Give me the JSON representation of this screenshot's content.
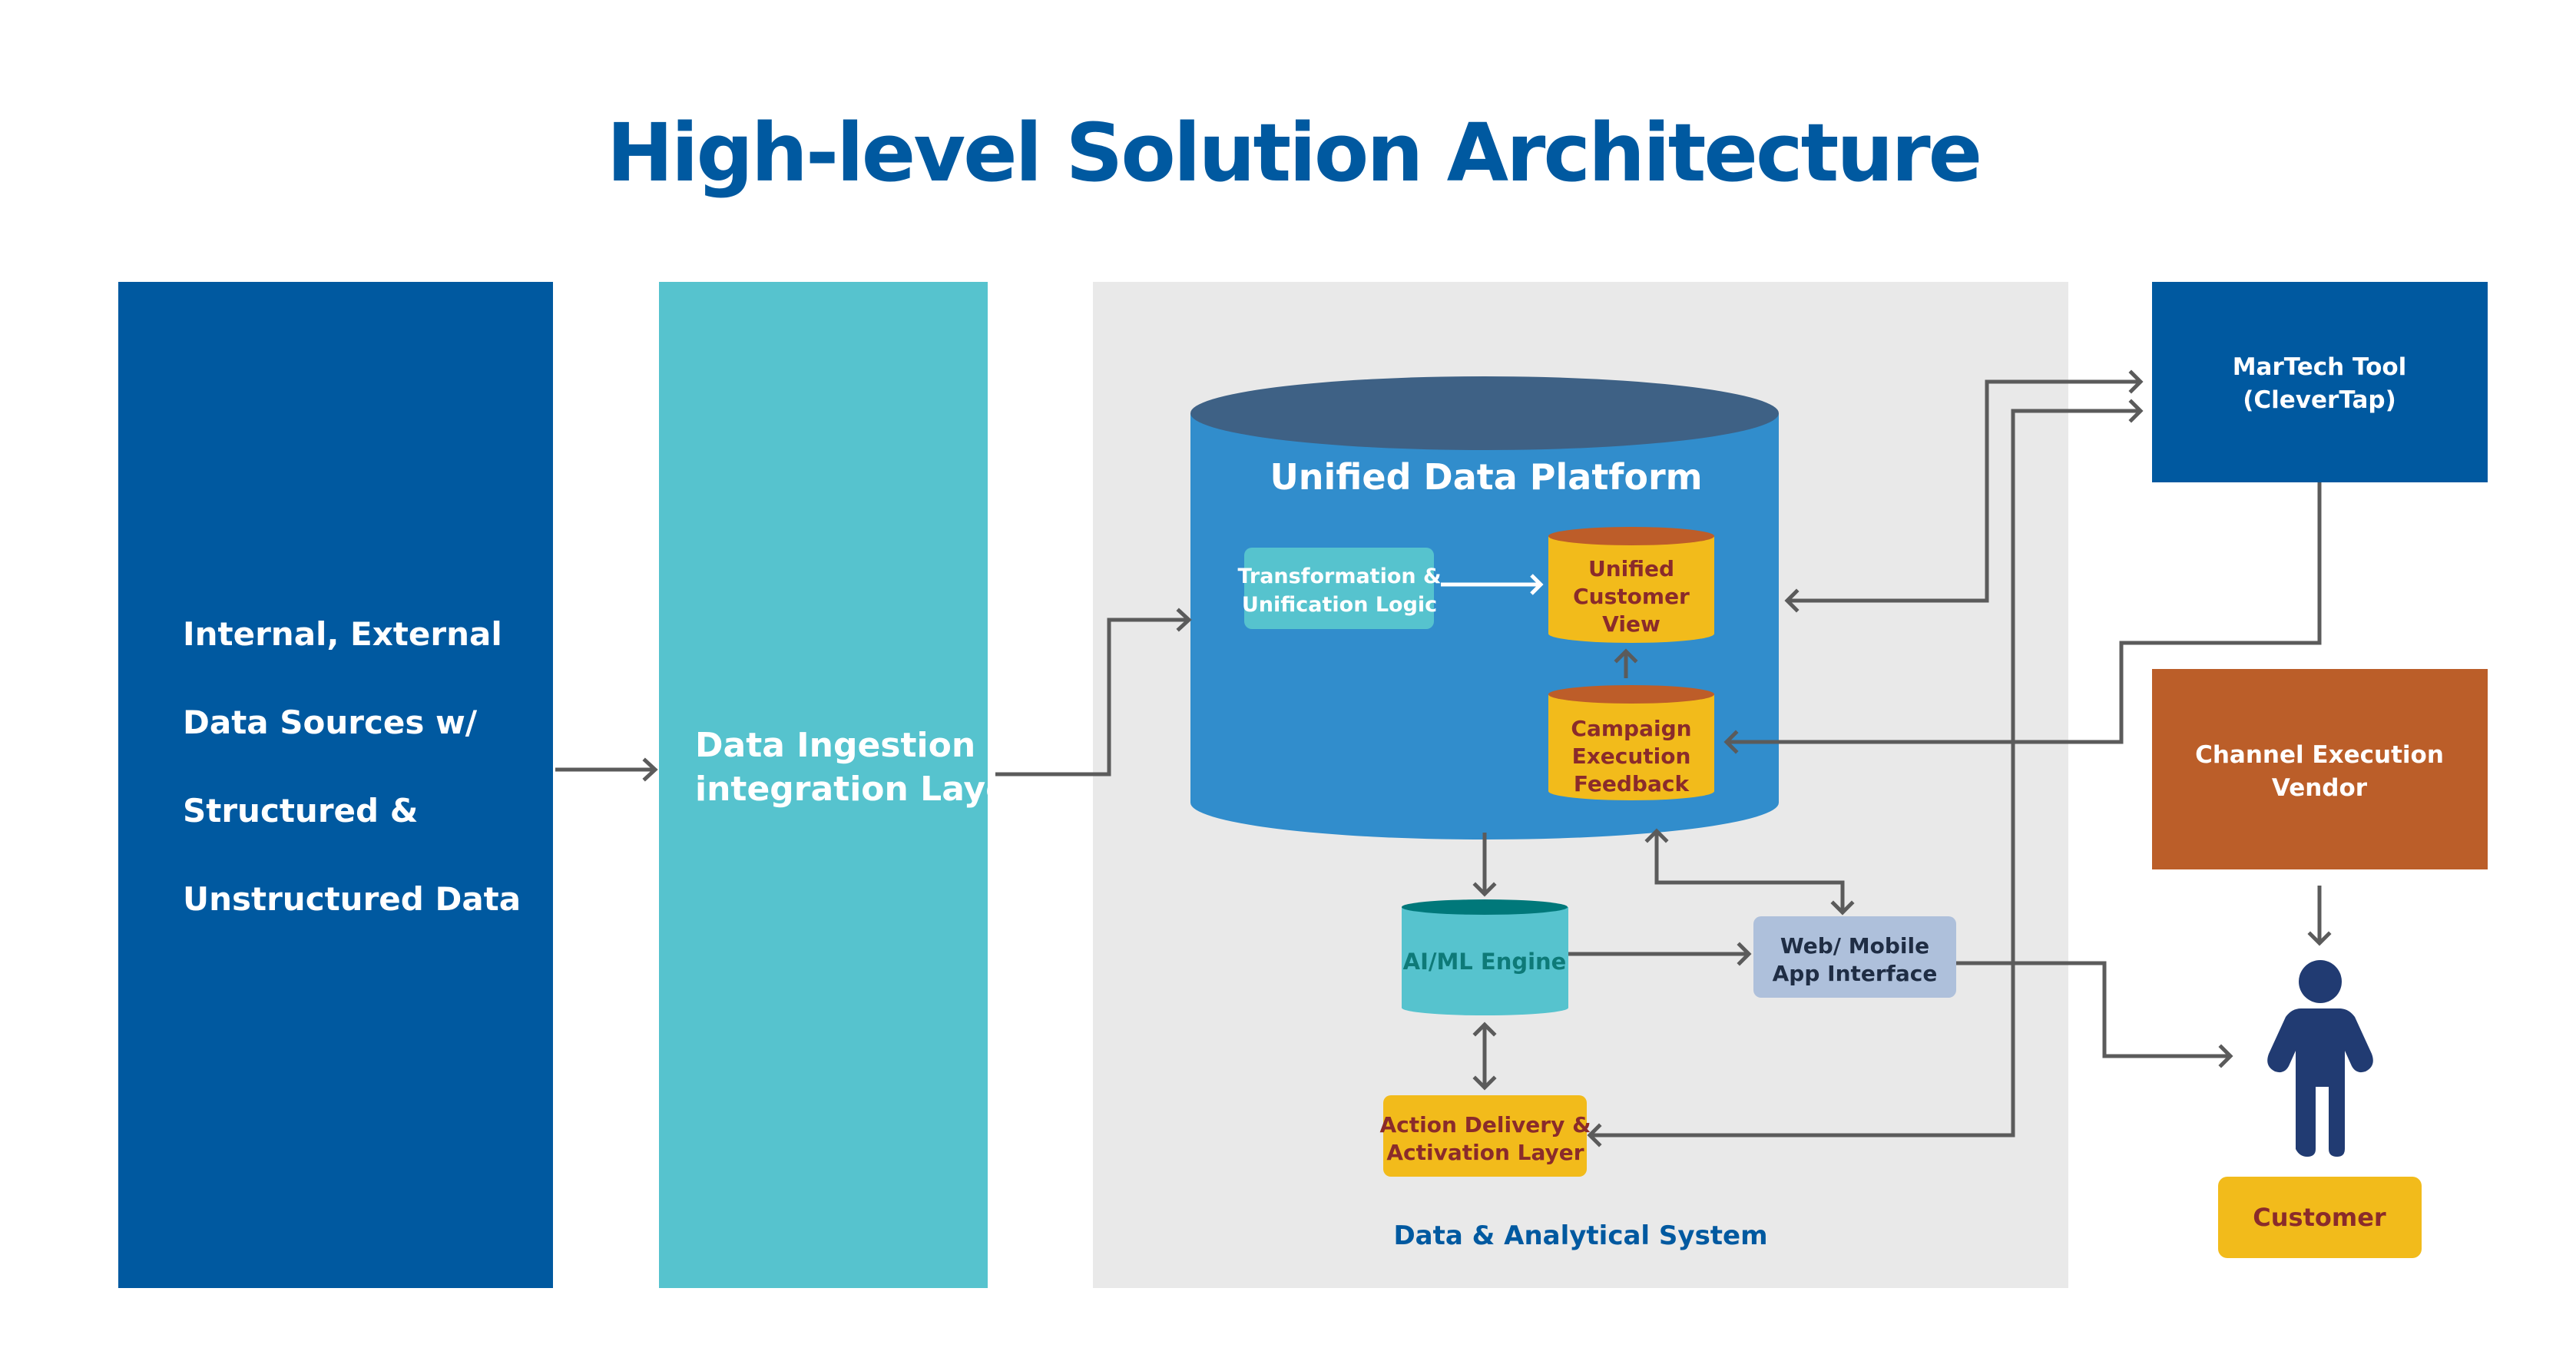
{
  "title": "High-level Solution Architecture",
  "colors": {
    "title_blue": "#0059a0",
    "source_box": "#0059a0",
    "ingestion_box": "#56c3ce",
    "panel_gray": "#e9e9e9",
    "platform_body": "#318dcc",
    "platform_top": "#3e6185",
    "yellow": "#f2bb1b",
    "yellow_top": "#bd5d29",
    "transform_box": "#56c3ce",
    "aiml_body": "#56c3ce",
    "aiml_top": "#00787a",
    "web_box": "#aec0db",
    "martech_box": "#0059a0",
    "channel_box": "#bb5e29",
    "person": "#213b72",
    "connector": "#5b5b5b",
    "dark_red_text": "#8a2b2b"
  },
  "nodes": {
    "sources": {
      "lines": [
        "Internal, External",
        "Data Sources w/",
        "Structured &",
        "Unstructured Data"
      ]
    },
    "ingestion": {
      "lines": [
        "Data Ingestion &",
        "integration Layer"
      ]
    },
    "panel": {
      "label": "Data & Analytical System"
    },
    "platform": {
      "label": "Unified Data Platform"
    },
    "transform": {
      "lines": [
        "Transformation &",
        "Unification Logic"
      ]
    },
    "ucv": {
      "lines": [
        "Unified",
        "Customer",
        "View"
      ]
    },
    "feedback": {
      "lines": [
        "Campaign",
        "Execution",
        "Feedback"
      ]
    },
    "aiml": {
      "label": "AI/ML Engine"
    },
    "web": {
      "lines": [
        "Web/ Mobile",
        "App Interface"
      ]
    },
    "action": {
      "lines": [
        "Action Delivery &",
        "Activation Layer"
      ]
    },
    "martech": {
      "lines": [
        "MarTech Tool",
        "(CleverTap)"
      ]
    },
    "channel": {
      "lines": [
        "Channel Execution",
        "Vendor"
      ]
    },
    "customer": {
      "label": "Customer"
    }
  },
  "connections": [
    {
      "from": "sources",
      "to": "ingestion",
      "direction": "forward"
    },
    {
      "from": "ingestion",
      "to": "platform",
      "direction": "forward"
    },
    {
      "from": "transform",
      "to": "ucv",
      "direction": "forward"
    },
    {
      "from": "feedback",
      "to": "ucv",
      "direction": "forward"
    },
    {
      "from": "platform",
      "to": "martech",
      "direction": "both"
    },
    {
      "from": "martech",
      "to": "feedback",
      "direction": "forward"
    },
    {
      "from": "platform",
      "to": "aiml",
      "direction": "forward"
    },
    {
      "from": "platform",
      "to": "web",
      "direction": "both"
    },
    {
      "from": "aiml",
      "to": "web",
      "direction": "forward"
    },
    {
      "from": "aiml",
      "to": "action",
      "direction": "both"
    },
    {
      "from": "web",
      "to": "customer",
      "direction": "forward"
    },
    {
      "from": "martech",
      "to": "action",
      "direction": "both"
    },
    {
      "from": "channel",
      "to": "customer",
      "direction": "forward"
    }
  ]
}
